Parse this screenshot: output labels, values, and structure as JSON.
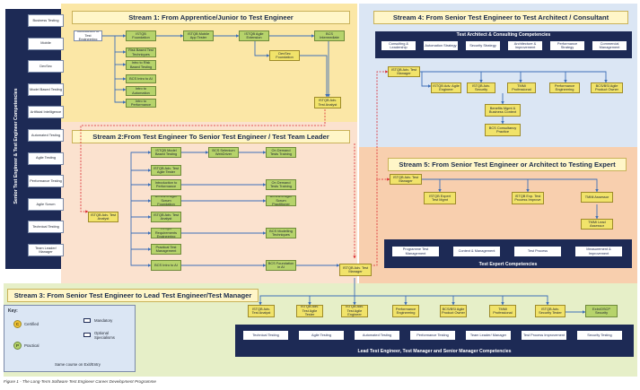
{
  "side_panel": {
    "title": "Senior Test Engineer & Test Engineer Competencies",
    "items": [
      "Business Testing",
      "Mobile",
      "DevSec",
      "Model Based Testing",
      "Artificial Intelligence",
      "Automated Testing",
      "Agile Testing",
      "Performance Testing",
      "Agile Scrum",
      "Technical Testing",
      "Team Leader/ Manager"
    ]
  },
  "stream1": {
    "title": "Stream 1: From Apprentice/Junior to Test Engineer",
    "boxes": [
      "Introduction to Test Engineering",
      "ISTQB Foundation",
      "ISTQB Mobile App Tester",
      "ISTQB Agile Extension",
      "BCS Intermediate",
      "Risk Based Test Techniques",
      "Intro to Risk Based Testing",
      "BCS Intro to AI",
      "Intro to Automation",
      "Intro to Performance",
      "DevSec Foundation",
      "ISTQB Adv. Test Analyst"
    ]
  },
  "stream2": {
    "title": "Stream 2:From Test Engineer To Senior Test Engineer / Test Team Leader",
    "left": [
      "ISTQB Adv. Test Analyst"
    ],
    "col1": [
      "ISTQB Model Based Testing",
      "ISTQB Adv. Test Agile Tester",
      "Introduction to Performance",
      "BCS/BSI Agile Scrum Foundation",
      "ISTQB Adv. Test Analyst",
      "ISTQB Requirements Engineering",
      "Practical Test Management",
      "BCS Intro to AI"
    ],
    "col2": [
      "BCS Selenium WebDriver"
    ],
    "col3": [
      "On Demand Tests Training",
      "On Demand Tests Training",
      "BCS/BSI Agile Scrum Practitioner",
      "BCS Modelling Techniques",
      "BCS Foundation in AI"
    ],
    "right": [
      "ISTQB Adv. Test Manager"
    ]
  },
  "stream3": {
    "title": "Stream 3: From Senior Test Engineer to Lead Test Engineer/Test Manager",
    "boxes": [
      "ISTQB Adv. Test Analyst",
      "ISTQB Adv. Test Agile Tester",
      "ISTQB Adv. Test Agile Engineer",
      "Performance Engineering",
      "BCS/BSI Agile Product Owner",
      "TMMi Professional",
      "ISTQB Adv. Security Tester",
      "ExIn/OSCP Security"
    ],
    "competencies_title": "Lead Test Engineer, Test Manager and Senior Manager Competencies",
    "competencies": [
      "Technical Testing",
      "Agile Testing",
      "Automated Testing",
      "Performance Testing",
      "Team Leader/ Manager",
      "Test Process Improvement",
      "Security Testing"
    ]
  },
  "stream4": {
    "title": "Stream 4: From Senior Test Engineer to Test Architect / Consultant",
    "competencies_title": "Test Architect & Consulting Competencies",
    "competencies": [
      "Consulting & Leadership",
      "Automation Strategy",
      "Security Strategy",
      "Architecture & Improvement",
      "Performance Strategy",
      "Commercial Management"
    ],
    "boxes": [
      "ISTQB Adv. Test Manager",
      "ISTQB Adv. Agile Engineer",
      "ISTQB Adv. Security",
      "TMMi Professional",
      "Performance Engineering",
      "BCS/BSI Agile Product Owner",
      "Benefits Mgmt & Business Context",
      "BCS Consultancy Practice"
    ]
  },
  "stream5": {
    "title": "Stream 5: From Senior Test Engineer or Architect to Testing Expert",
    "boxes": [
      "ISTQB Adv. Test Manager",
      "ISTQB Expert Test Mgmt",
      "ISTQB Exp. Test Process Improve",
      "TMMi Assessor",
      "TMMi Lead Assessor"
    ],
    "competencies_title": "Test Expert Competencies",
    "competencies": [
      "Programme Test Management",
      "Context & Management",
      "Test Process",
      "Measurement & Improvement"
    ]
  },
  "key": {
    "title": "Key:",
    "certified": "Certified",
    "practical": "Practical",
    "mandatory": "Mandatory",
    "optional": "Optional Specialisms",
    "same_course": "Same course on Exit/Entry",
    "c_badge": "C",
    "p_badge": "P"
  },
  "caption": "Figure 1 - The Long-Term Software Test Engineer Career Development Programme",
  "colors": {
    "navy": "#1d2a55",
    "green": "#b6d36b",
    "yellow": "#f1e36a",
    "stream1_bg": "#fbe7a6",
    "stream2_bg": "#fbe2cf",
    "stream3_bg": "#e6efc8",
    "stream4_bg": "#dbe6f4",
    "stream5_bg": "#f8cfae",
    "arrow_blue": "#3d6fb8",
    "dashed_red": "#d9262c"
  }
}
